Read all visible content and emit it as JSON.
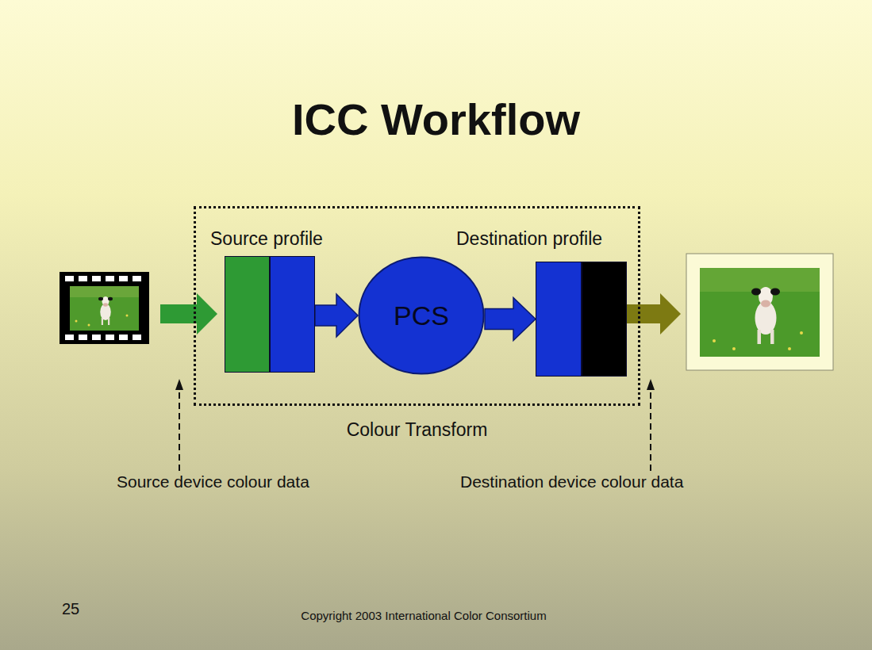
{
  "diagram": {
    "title": "ICC Workflow",
    "nodes": [
      {
        "text": [
          "Colour Transform"
        ]
      },
      {
        "text": [
          "Source profile"
        ],
        "in": 0
      },
      {
        "text": [
          "PCS"
        ],
        "in": 0
      },
      {
        "text": [
          "Destination profile"
        ],
        "in": 0
      }
    ],
    "edges": [
      {
        "from": 1,
        "to": 2,
        "arrow": "to"
      },
      {
        "from": 2,
        "to": 3,
        "arrow": "to"
      }
    ],
    "labels": [
      "Source device colour data",
      "Destination device colour data",
      "25",
      "Copyright 2003 International Color Consortium"
    ]
  }
}
